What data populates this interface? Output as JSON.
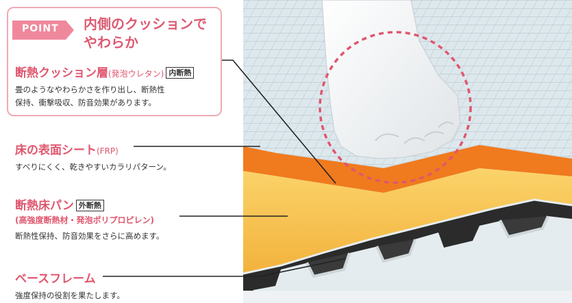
{
  "point": {
    "tag": "POINT",
    "headline_line1": "内側のクッションで",
    "headline_line2": "やわらか"
  },
  "sections": {
    "cushion": {
      "title": "断熱クッション層",
      "sub": "(発泡ウレタン)",
      "badge": "内断熱",
      "desc_line1": "畳のようなやわらかさを作り出し、断熱性",
      "desc_line2": "保持、衝撃吸収、防音効果があります。"
    },
    "surface": {
      "title": "床の表面シート",
      "sub": "(FRP)",
      "desc": "すべりにくく、乾きやすいカラリパターン。"
    },
    "pan": {
      "title": "断熱床パン",
      "badge": "外断熱",
      "sub": "(高強度断熱材・発泡ポリプロピレン)",
      "desc": "断熱性保持、防音効果をさらに高めます。"
    },
    "frame": {
      "title": "ベースフレーム",
      "desc": "強度保持の役割を果たします。"
    }
  },
  "colors": {
    "accent_pink": "#dc5a72",
    "box_border": "#eeaab3",
    "tile_surface": "#dbe7ec",
    "orange_layer": "#f07a1e",
    "yellow_layer": "#f7c14e",
    "frame_dark": "#2b2b2b"
  },
  "icons": {
    "foot": "foot-illustration",
    "circle": "dashed-highlight-circle"
  }
}
